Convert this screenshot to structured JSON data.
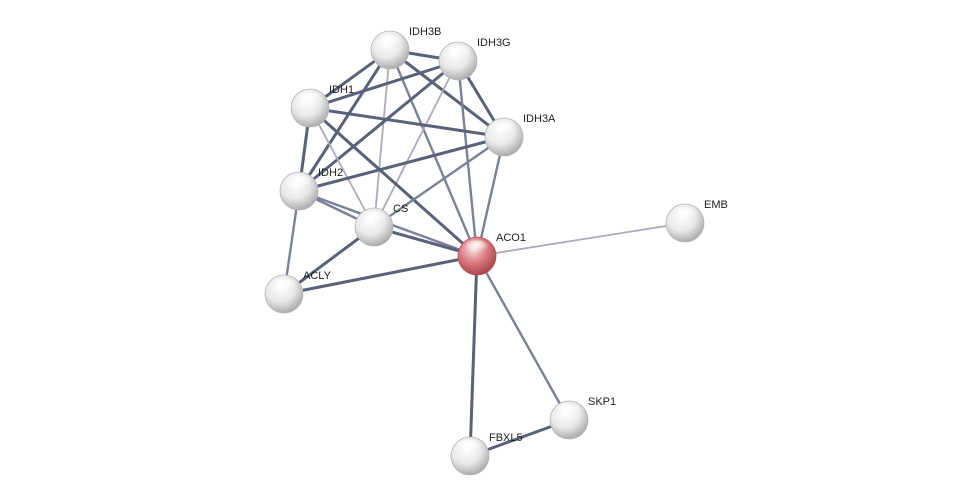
{
  "network": {
    "query_node": "ACO1",
    "colors": {
      "query_node": "#d9707a",
      "node": "#e6e6e6",
      "edge_strong": "#5b6178",
      "edge_medium": "#7c8199",
      "edge_weak": "#a9adbd"
    },
    "nodes": [
      {
        "id": "ACO1",
        "label": "ACO1",
        "query": true
      },
      {
        "id": "IDH3B",
        "label": "IDH3B"
      },
      {
        "id": "IDH3G",
        "label": "IDH3G"
      },
      {
        "id": "IDH1",
        "label": "IDH1"
      },
      {
        "id": "IDH3A",
        "label": "IDH3A"
      },
      {
        "id": "IDH2",
        "label": "IDH2"
      },
      {
        "id": "CS",
        "label": "CS"
      },
      {
        "id": "ACLY",
        "label": "ACLY"
      },
      {
        "id": "EMB",
        "label": "EMB"
      },
      {
        "id": "SKP1",
        "label": "SKP1"
      },
      {
        "id": "FBXL5",
        "label": "FBXL5"
      }
    ],
    "edges": [
      {
        "source": "IDH3B",
        "target": "IDH3G",
        "strength": "strong"
      },
      {
        "source": "IDH3B",
        "target": "IDH1",
        "strength": "strong"
      },
      {
        "source": "IDH3B",
        "target": "IDH3A",
        "strength": "strong"
      },
      {
        "source": "IDH3B",
        "target": "IDH2",
        "strength": "strong"
      },
      {
        "source": "IDH3B",
        "target": "CS",
        "strength": "weak"
      },
      {
        "source": "IDH3B",
        "target": "ACO1",
        "strength": "medium"
      },
      {
        "source": "IDH3G",
        "target": "IDH1",
        "strength": "strong"
      },
      {
        "source": "IDH3G",
        "target": "IDH3A",
        "strength": "strong"
      },
      {
        "source": "IDH3G",
        "target": "IDH2",
        "strength": "strong"
      },
      {
        "source": "IDH3G",
        "target": "CS",
        "strength": "weak"
      },
      {
        "source": "IDH3G",
        "target": "ACO1",
        "strength": "medium"
      },
      {
        "source": "IDH1",
        "target": "IDH3A",
        "strength": "strong"
      },
      {
        "source": "IDH1",
        "target": "IDH2",
        "strength": "strong"
      },
      {
        "source": "IDH1",
        "target": "CS",
        "strength": "weak"
      },
      {
        "source": "IDH1",
        "target": "ACO1",
        "strength": "strong"
      },
      {
        "source": "IDH3A",
        "target": "IDH2",
        "strength": "strong"
      },
      {
        "source": "IDH3A",
        "target": "CS",
        "strength": "medium"
      },
      {
        "source": "IDH3A",
        "target": "ACO1",
        "strength": "medium"
      },
      {
        "source": "IDH2",
        "target": "CS",
        "strength": "medium"
      },
      {
        "source": "IDH2",
        "target": "ACO1",
        "strength": "medium"
      },
      {
        "source": "IDH2",
        "target": "ACLY",
        "strength": "medium"
      },
      {
        "source": "CS",
        "target": "ACO1",
        "strength": "strong"
      },
      {
        "source": "CS",
        "target": "ACLY",
        "strength": "strong"
      },
      {
        "source": "ACLY",
        "target": "ACO1",
        "strength": "strong"
      },
      {
        "source": "EMB",
        "target": "ACO1",
        "strength": "weak"
      },
      {
        "source": "SKP1",
        "target": "ACO1",
        "strength": "medium"
      },
      {
        "source": "FBXL5",
        "target": "ACO1",
        "strength": "strong"
      },
      {
        "source": "FBXL5",
        "target": "SKP1",
        "strength": "strong"
      }
    ]
  }
}
